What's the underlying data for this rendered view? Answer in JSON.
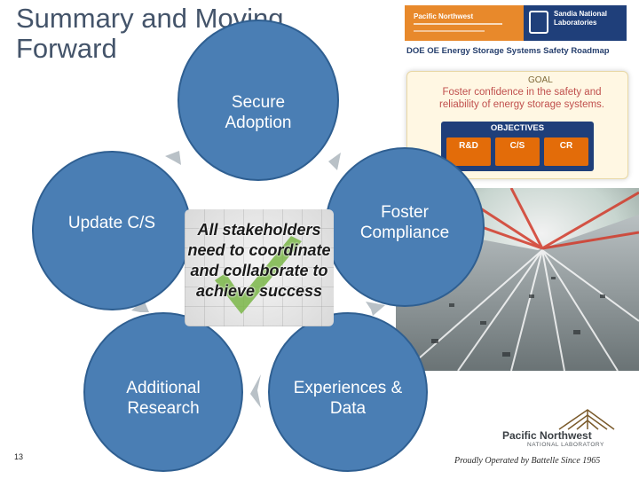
{
  "slide": {
    "title": "Summary and Moving Forward",
    "page_number": "13"
  },
  "cycle": {
    "top": "Secure Adoption",
    "left": "Update C/S",
    "right": "Foster Compliance",
    "bottom_left": "Additional Research",
    "bottom_right": "Experiences & Data",
    "center": "All stakeholders need to coordinate and collaborate to achieve success"
  },
  "roadmap": {
    "header_left_org": "Pacific Northwest",
    "header_right_org": "Sandia National Laboratories",
    "caption": "DOE OE Energy Storage Systems Safety Roadmap",
    "goal_label": "GOAL",
    "goal_text": "Foster confidence in the safety and reliability of energy storage systems.",
    "objectives_label": "OBJECTIVES",
    "objectives": [
      "R&D",
      "C/S",
      "CR"
    ]
  },
  "footer": {
    "logo_name": "Pacific Northwest",
    "logo_sub": "NATIONAL LABORATORY",
    "tagline": "Proudly Operated by Battelle Since 1965"
  },
  "colors": {
    "circle": "#4a7eb4",
    "title": "#44546a",
    "goal_text": "#c0504d",
    "objective_box": "#e36c09",
    "check": "#7ab648"
  }
}
